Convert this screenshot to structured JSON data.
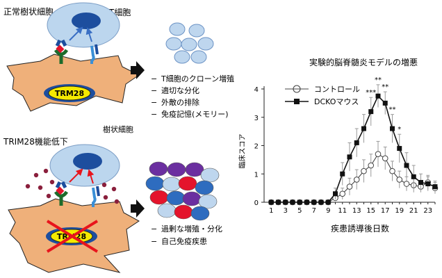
{
  "top_panel": {
    "heading": "正常樹状細胞",
    "tcell_label": "T細胞",
    "dc_label": "樹状細胞",
    "gene_label": "TRM28",
    "outcomes": [
      "T細胞のクローン増殖",
      "適切な分化",
      "外敵の排除",
      "免疫記憶(メモリー)"
    ]
  },
  "bottom_panel": {
    "heading": "TRIM28機能低下",
    "gene_label": "TRM28",
    "outcomes": [
      "過剰な増殖・分化",
      "自己免疫疾患"
    ]
  },
  "colors": {
    "dc_fill": "#efb07a",
    "tcell_fill": "#bcd6ee",
    "nucleus_fill": "#1d4e9e",
    "gene_fill": "#f4ea00",
    "blob_light": "#bed6ee",
    "blob_blue": "#2e6cbf",
    "blob_red": "#e4142c",
    "blob_purple": "#6b2fa0",
    "arrow_black": "#111111",
    "arrow_red": "#e8141c",
    "cytokine_dot": "#8a1f3c"
  },
  "chart_data": {
    "type": "line",
    "title": "実験的脳脊髄炎モデルの増悪",
    "xlabel": "疾患誘導後日数",
    "ylabel": "臨床スコア",
    "xlim": [
      0,
      24
    ],
    "ylim": [
      0,
      4
    ],
    "x_ticks": [
      1,
      3,
      5,
      7,
      9,
      11,
      13,
      15,
      17,
      19,
      21,
      23
    ],
    "y_ticks": [
      0,
      1,
      2,
      3,
      4
    ],
    "x": [
      1,
      2,
      3,
      4,
      5,
      6,
      7,
      8,
      9,
      10,
      11,
      12,
      13,
      14,
      15,
      16,
      17,
      18,
      19,
      20,
      21,
      22,
      23,
      24
    ],
    "series": [
      {
        "name": "コントロール",
        "marker": "open-circle",
        "values": [
          0,
          0,
          0,
          0,
          0,
          0,
          0,
          0,
          0,
          0.15,
          0.3,
          0.55,
          0.8,
          1.1,
          1.3,
          1.7,
          1.55,
          1.1,
          0.8,
          0.65,
          0.6,
          0.55,
          0.7,
          0.5
        ],
        "errors": [
          0,
          0,
          0,
          0,
          0,
          0,
          0,
          0,
          0,
          0.1,
          0.2,
          0.3,
          0.35,
          0.4,
          0.4,
          0.45,
          0.4,
          0.35,
          0.3,
          0.25,
          0.25,
          0.2,
          0.25,
          0.2
        ]
      },
      {
        "name": "DCKOマウス",
        "marker": "filled-square",
        "values": [
          0,
          0,
          0,
          0,
          0,
          0,
          0,
          0,
          0,
          0.3,
          1.0,
          1.6,
          2.1,
          2.6,
          3.2,
          3.75,
          3.5,
          2.6,
          1.9,
          1.3,
          0.9,
          0.7,
          0.65,
          0.55
        ],
        "errors": [
          0,
          0,
          0,
          0,
          0,
          0,
          0,
          0,
          0,
          0.2,
          0.4,
          0.5,
          0.5,
          0.5,
          0.5,
          0.4,
          0.4,
          0.5,
          0.5,
          0.45,
          0.4,
          0.3,
          0.25,
          0.2
        ]
      }
    ],
    "annotations": [
      {
        "x": 15,
        "text": "***"
      },
      {
        "x": 16,
        "text": "**"
      },
      {
        "x": 17,
        "text": "**"
      },
      {
        "x": 18,
        "text": "**"
      },
      {
        "x": 19,
        "text": "*"
      }
    ],
    "legend": "top-left",
    "grid": false
  }
}
